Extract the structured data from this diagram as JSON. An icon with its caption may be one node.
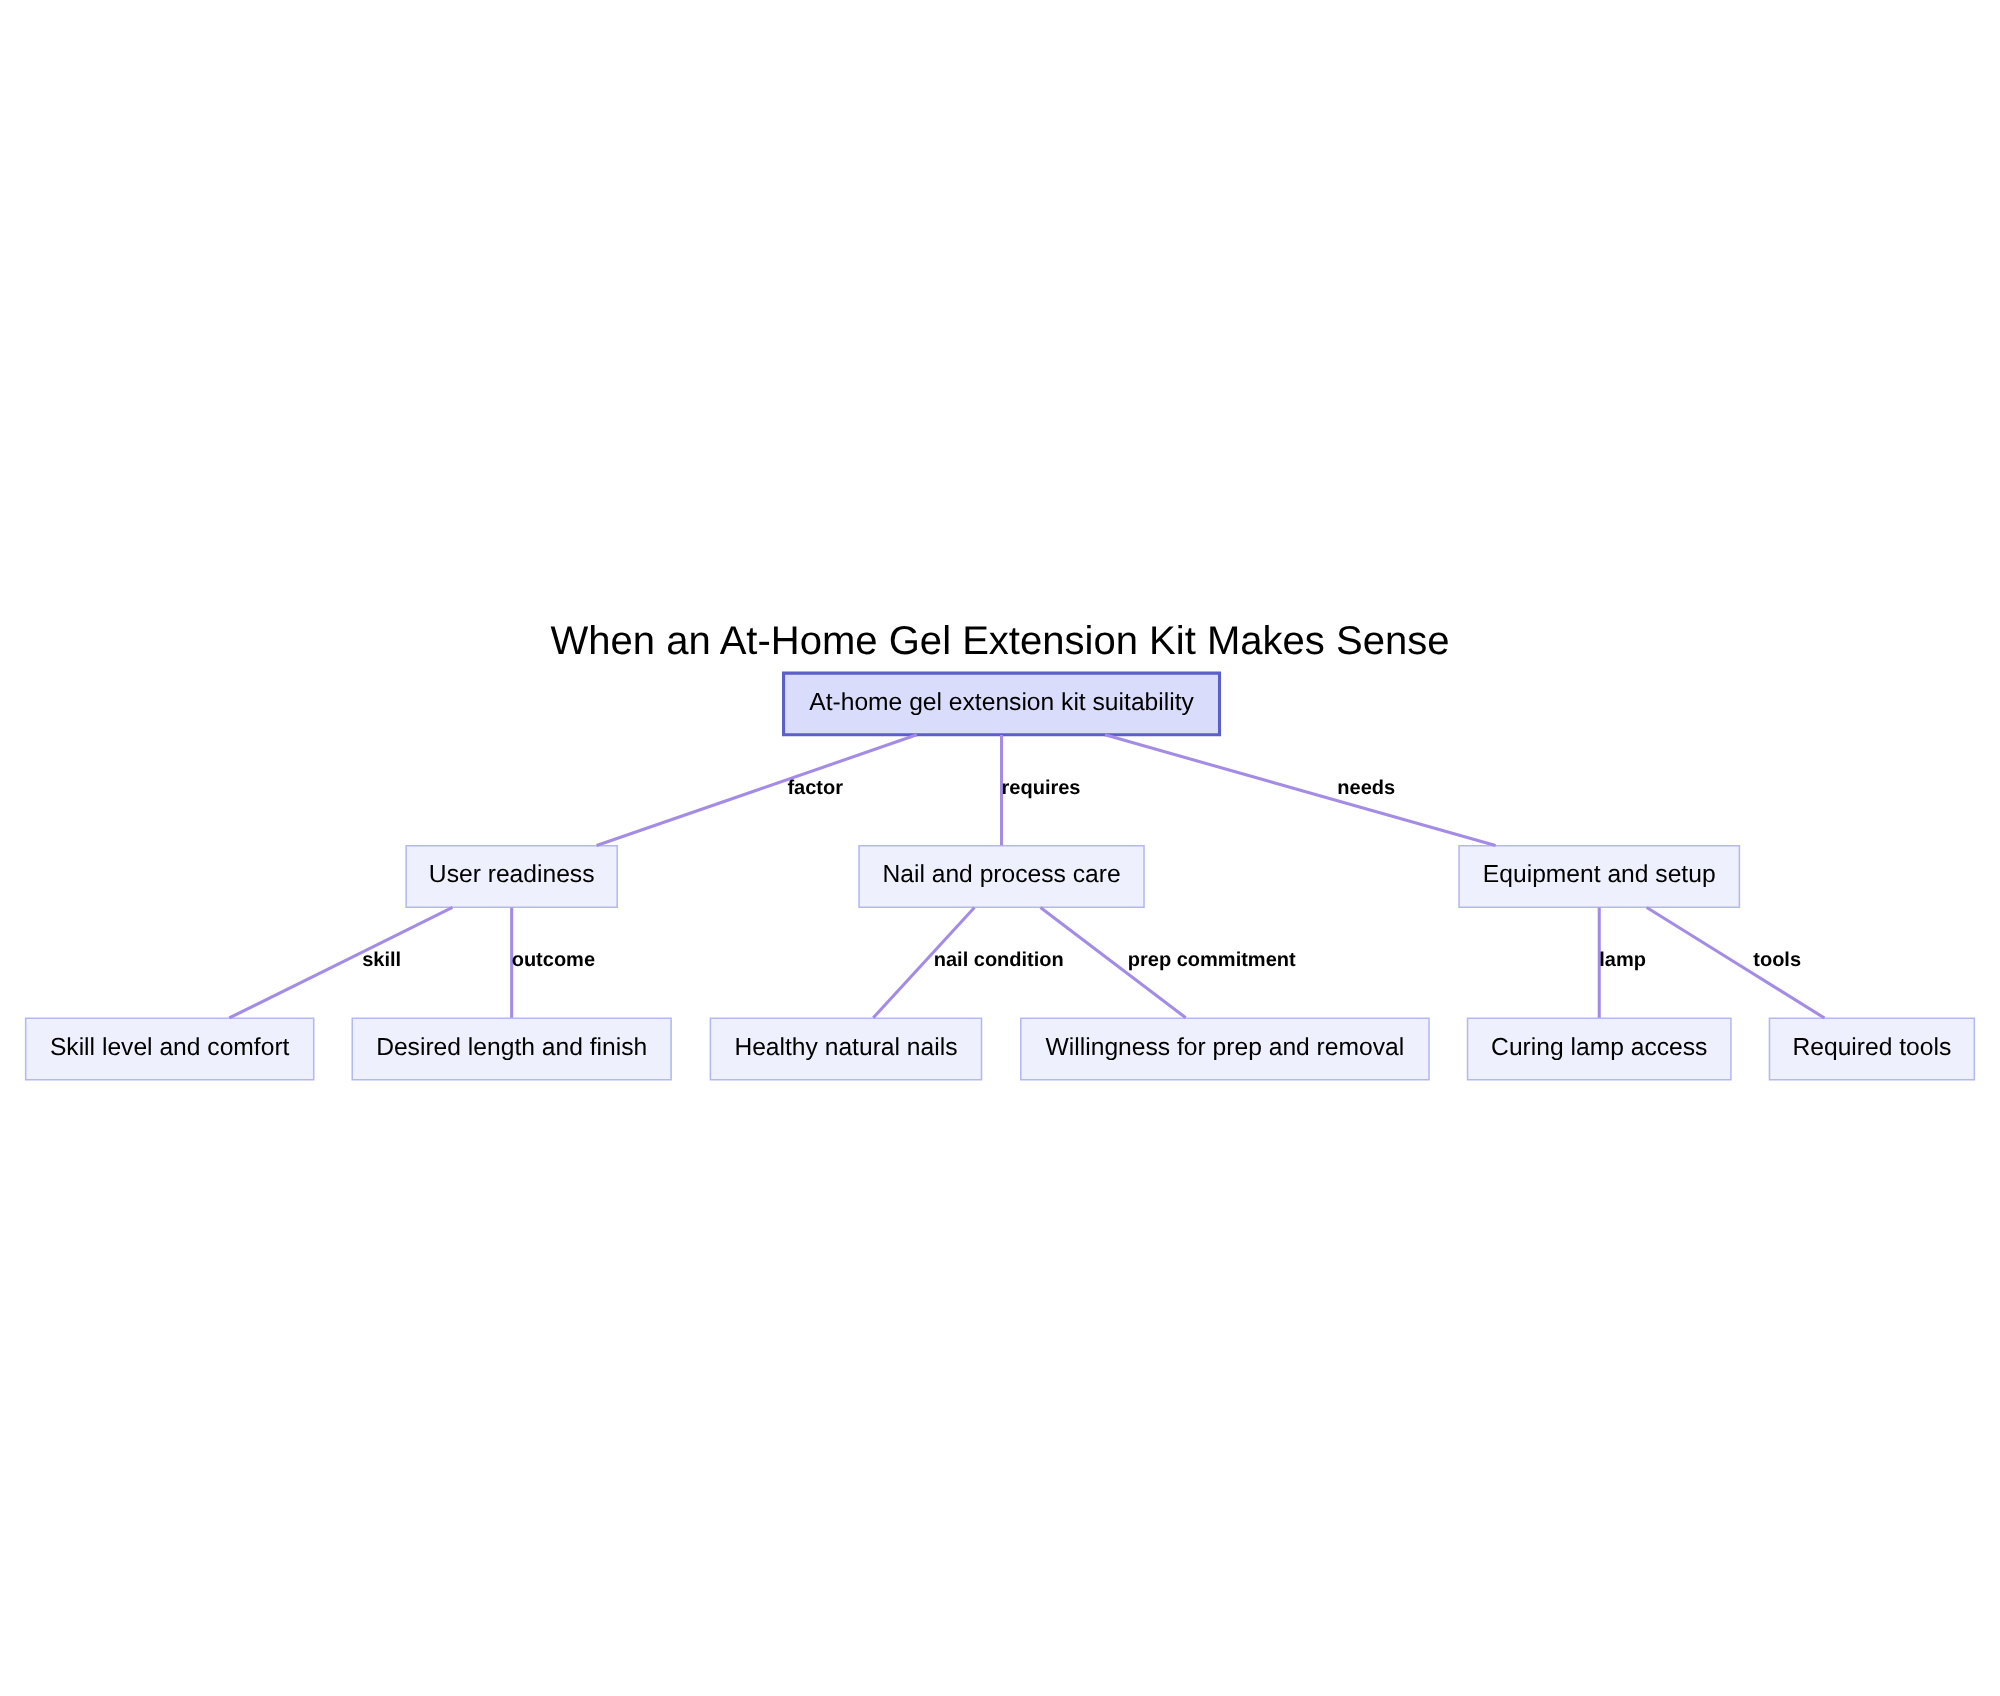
{
  "diagram": {
    "title": "When an At-Home Gel Extension Kit Makes Sense",
    "nodes": [
      {
        "text": [
          "At-home gel extension kit suitability"
        ]
      },
      {
        "text": [
          "User readiness"
        ]
      },
      {
        "text": [
          "Nail and process care"
        ]
      },
      {
        "text": [
          "Equipment and setup"
        ]
      },
      {
        "text": [
          "Skill level and comfort"
        ]
      },
      {
        "text": [
          "Desired length and finish"
        ]
      },
      {
        "text": [
          "Healthy natural nails"
        ]
      },
      {
        "text": [
          "Willingness for prep and removal"
        ]
      },
      {
        "text": [
          "Curing lamp access"
        ]
      },
      {
        "text": [
          "Required tools"
        ]
      }
    ],
    "edges": [
      {
        "from": 0,
        "to": 1,
        "arrow": "none",
        "label": "factor"
      },
      {
        "from": 0,
        "to": 2,
        "arrow": "none",
        "label": "requires"
      },
      {
        "from": 0,
        "to": 3,
        "arrow": "none",
        "label": "needs"
      },
      {
        "from": 1,
        "to": 4,
        "arrow": "none",
        "label": "skill"
      },
      {
        "from": 1,
        "to": 5,
        "arrow": "none",
        "label": "outcome"
      },
      {
        "from": 2,
        "to": 6,
        "arrow": "none",
        "label": "nail condition"
      },
      {
        "from": 2,
        "to": 7,
        "arrow": "none",
        "label": "prep commitment"
      },
      {
        "from": 3,
        "to": 8,
        "arrow": "none",
        "label": "lamp"
      },
      {
        "from": 3,
        "to": 9,
        "arrow": "none",
        "label": "tools"
      }
    ]
  }
}
